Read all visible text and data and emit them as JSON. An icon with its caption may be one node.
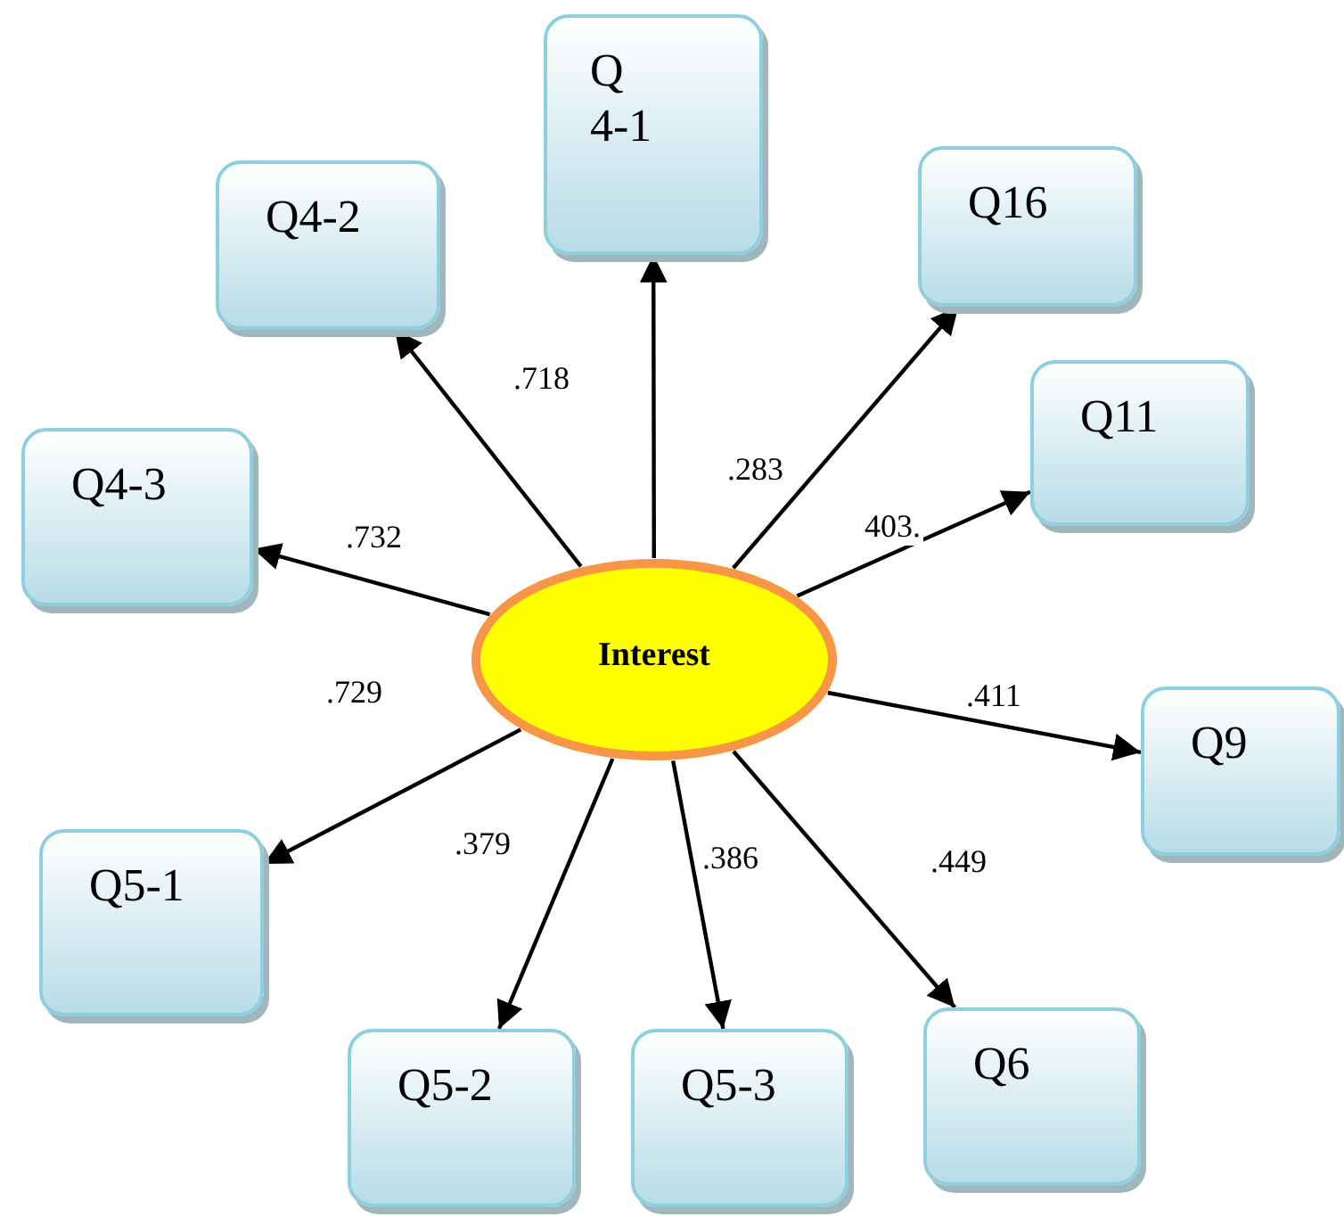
{
  "diagram": {
    "nodes": [
      {
        "text": [
          "Interest"
        ]
      },
      {
        "text": [
          "Q 4-1"
        ]
      },
      {
        "text": [
          "Q4-2"
        ]
      },
      {
        "text": [
          "Q16"
        ]
      },
      {
        "text": [
          "Q11"
        ]
      },
      {
        "text": [
          "Q4-3"
        ]
      },
      {
        "text": [
          "Q9"
        ]
      },
      {
        "text": [
          "Q5-1"
        ]
      },
      {
        "text": [
          "Q6"
        ]
      },
      {
        "text": [
          "Q5-2"
        ]
      },
      {
        "text": [
          "Q5-3"
        ]
      }
    ],
    "edges": [
      {
        "from": 0,
        "to": 1,
        "arrow": "to"
      },
      {
        "from": 0,
        "to": 2,
        "arrow": "to",
        "label": ".718"
      },
      {
        "from": 0,
        "to": 5,
        "arrow": "to",
        "label": ".732"
      },
      {
        "from": 0,
        "to": 3,
        "arrow": "to",
        "label": ".283"
      },
      {
        "from": 0,
        "to": 4,
        "arrow": "to",
        "label": "403."
      },
      {
        "from": 0,
        "to": 7,
        "arrow": "to",
        "label": ".729"
      },
      {
        "from": 0,
        "to": 6,
        "arrow": "to",
        "label": ".411"
      },
      {
        "from": 0,
        "to": 9,
        "arrow": "to",
        "label": ".379"
      },
      {
        "from": 0,
        "to": 10,
        "arrow": "to",
        "label": ".386"
      },
      {
        "from": 0,
        "to": 8,
        "arrow": "to",
        "label": ".449"
      }
    ]
  }
}
